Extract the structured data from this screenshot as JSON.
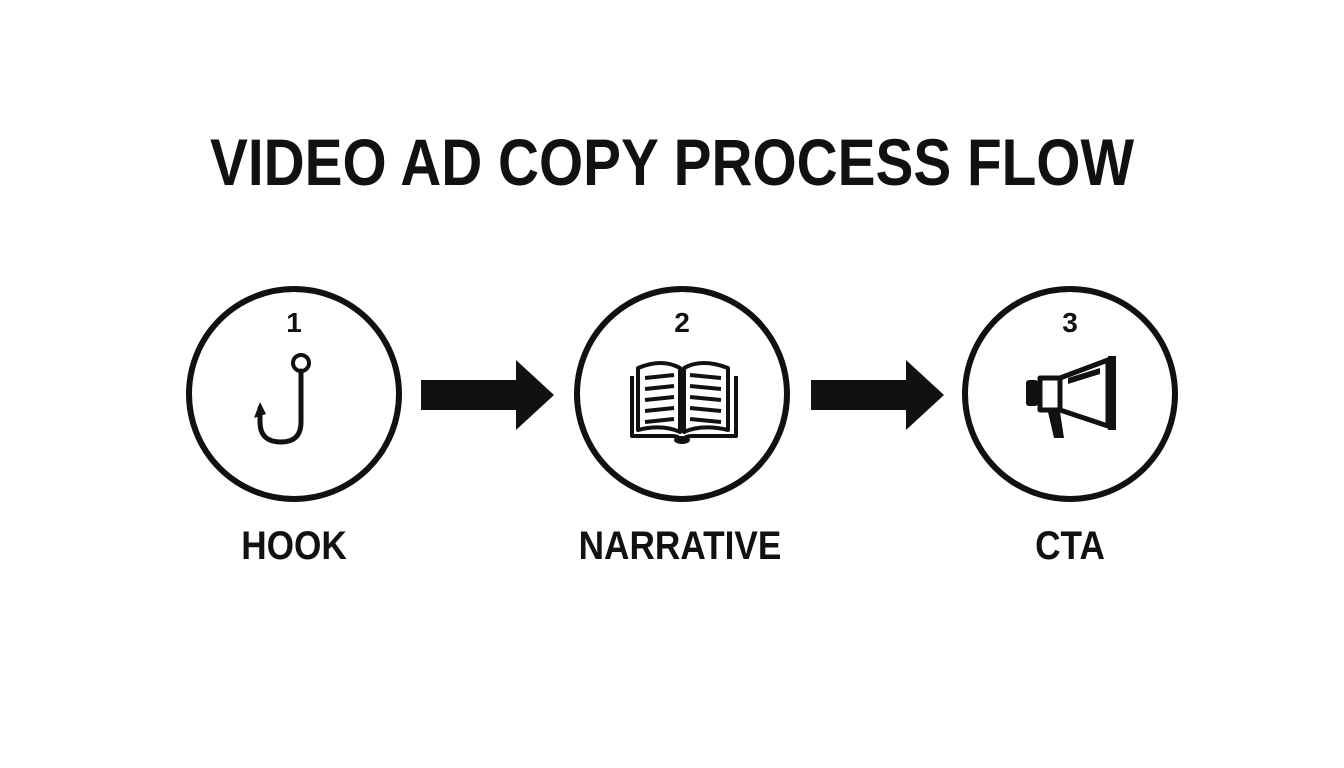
{
  "diagram": {
    "title": "VIDEO AD COPY PROCESS FLOW",
    "steps": [
      {
        "number": "1",
        "label": "HOOK",
        "icon": "fish-hook-icon"
      },
      {
        "number": "2",
        "label": "NARRATIVE",
        "icon": "open-book-icon"
      },
      {
        "number": "3",
        "label": "CTA",
        "icon": "megaphone-icon"
      }
    ],
    "colors": {
      "ink": "#111111",
      "background": "#ffffff"
    }
  }
}
